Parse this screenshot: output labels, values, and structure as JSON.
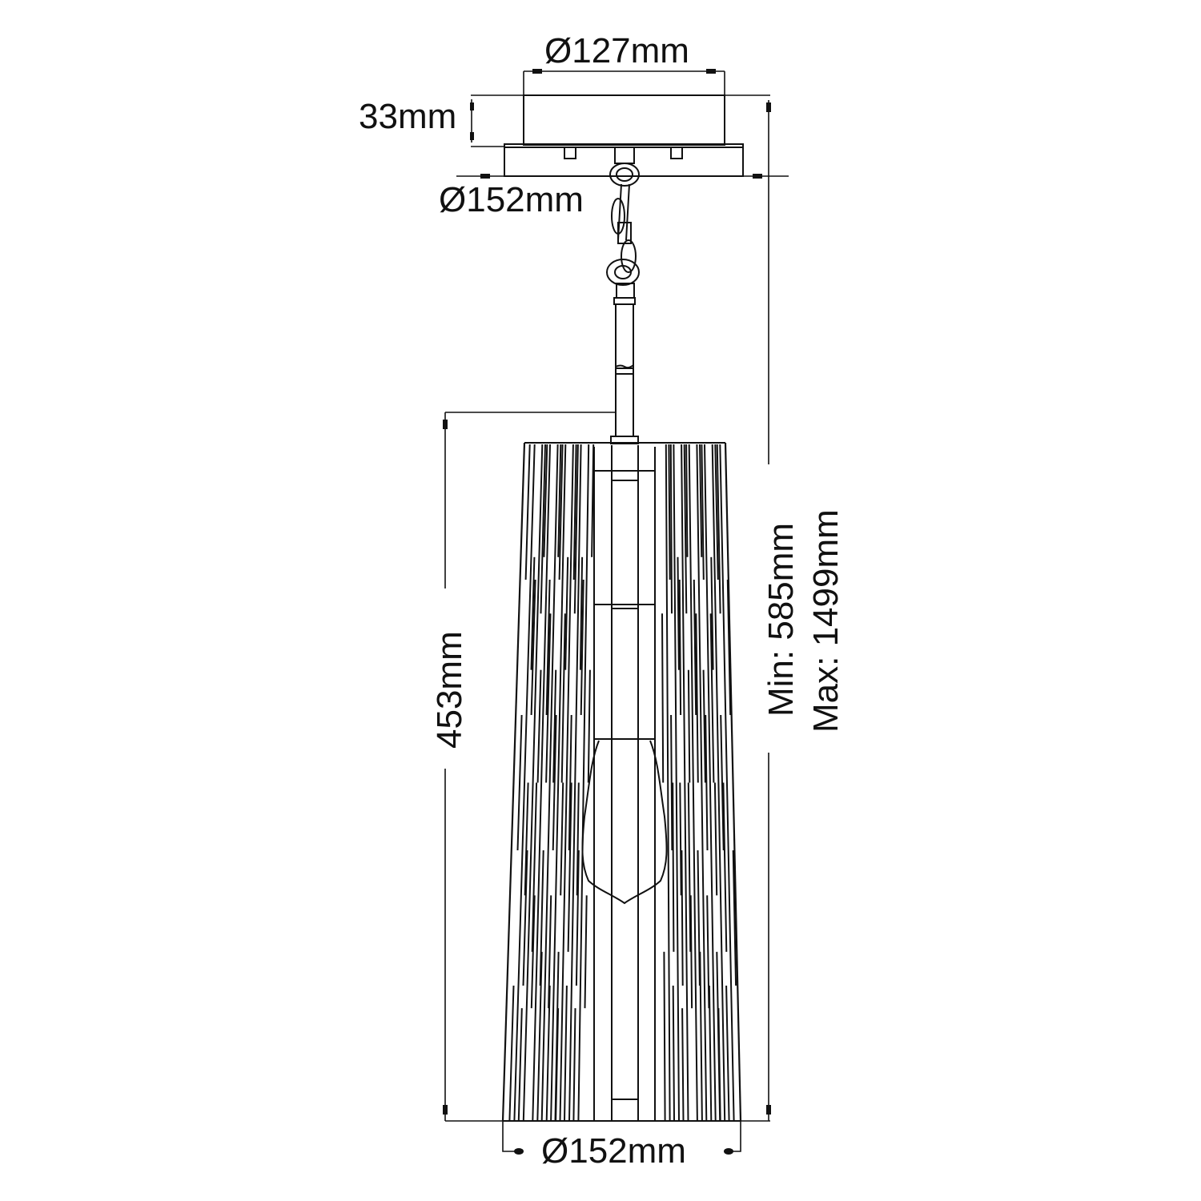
{
  "drawing": {
    "title": "Pendant light dimension drawing",
    "line_color": "#111111",
    "background": "#ffffff"
  },
  "dimensions": {
    "canopy_diameter": "Ø127mm",
    "canopy_height": "33mm",
    "canopy_plate_diameter": "Ø152mm",
    "shade_height": "453mm",
    "shade_diameter": "Ø152mm",
    "overall_height_min": "Min: 585mm",
    "overall_height_max": "Max: 1499mm"
  },
  "components": {
    "canopy": "canopy",
    "mounting_plate": "mounting-plate",
    "chain": "chain",
    "rod": "downrod",
    "shade": "slatted-shade",
    "bulb": "bulb"
  }
}
